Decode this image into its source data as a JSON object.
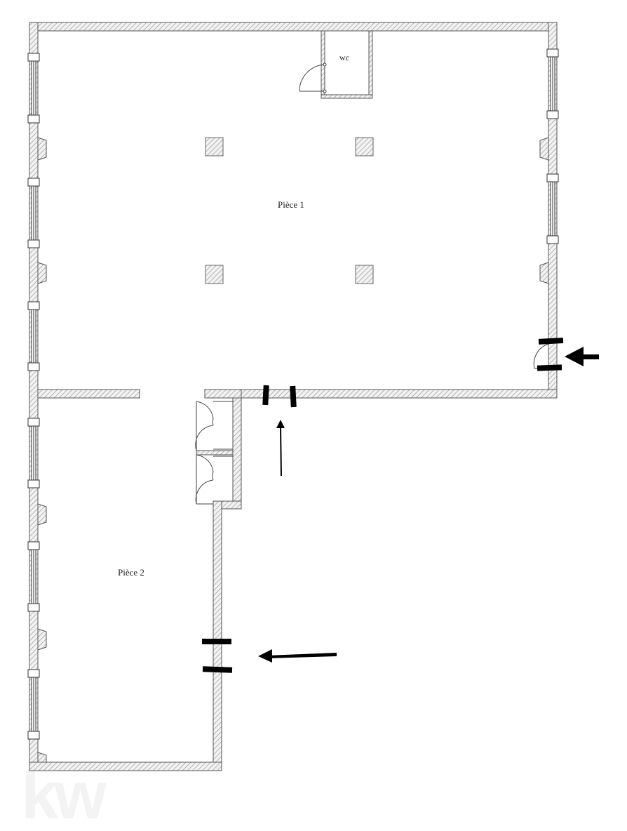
{
  "plan": {
    "rooms": [
      {
        "id": "piece-1",
        "label": "Pièce 1"
      },
      {
        "id": "piece-2",
        "label": "Pièce 2"
      },
      {
        "id": "wc",
        "label": "wc"
      }
    ],
    "watermark": "kw",
    "colors": {
      "wall_stroke": "#555555",
      "wall_hatch": "#bdbdbd",
      "pillar_fill": "#d6d6d6",
      "marker": "#000000"
    }
  }
}
